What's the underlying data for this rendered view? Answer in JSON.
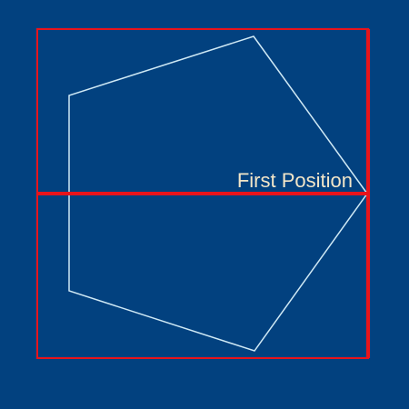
{
  "diagram": {
    "label": "First Position",
    "colors": {
      "background": "#02417F",
      "frame": "#E8141B",
      "pentagon": "#CFE9F5",
      "label": "#F3E6C8"
    },
    "shapes": {
      "frame": "bounding-square",
      "pentagon": "regular-pentagon",
      "axis": "horizontal-center-line"
    }
  }
}
